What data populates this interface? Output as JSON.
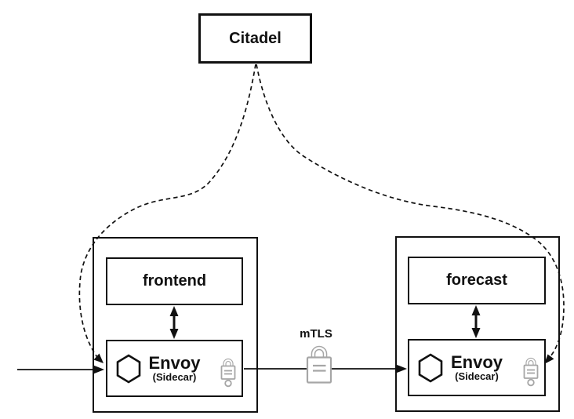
{
  "diagram": {
    "citadel": {
      "label": "Citadel"
    },
    "pods": [
      {
        "service": "frontend",
        "proxy": "Envoy",
        "proxy_role": "(Sidecar)"
      },
      {
        "service": "forecast",
        "proxy": "Envoy",
        "proxy_role": "(Sidecar)"
      }
    ],
    "connection": {
      "label": "mTLS"
    },
    "icons": {
      "hexagon": "envoy-hexagon-icon",
      "lock": "padlock-icon"
    },
    "colors": {
      "line": "#111111",
      "box_border": "#111111",
      "lock_icon": "#a6a6a6",
      "background": "#ffffff"
    }
  }
}
